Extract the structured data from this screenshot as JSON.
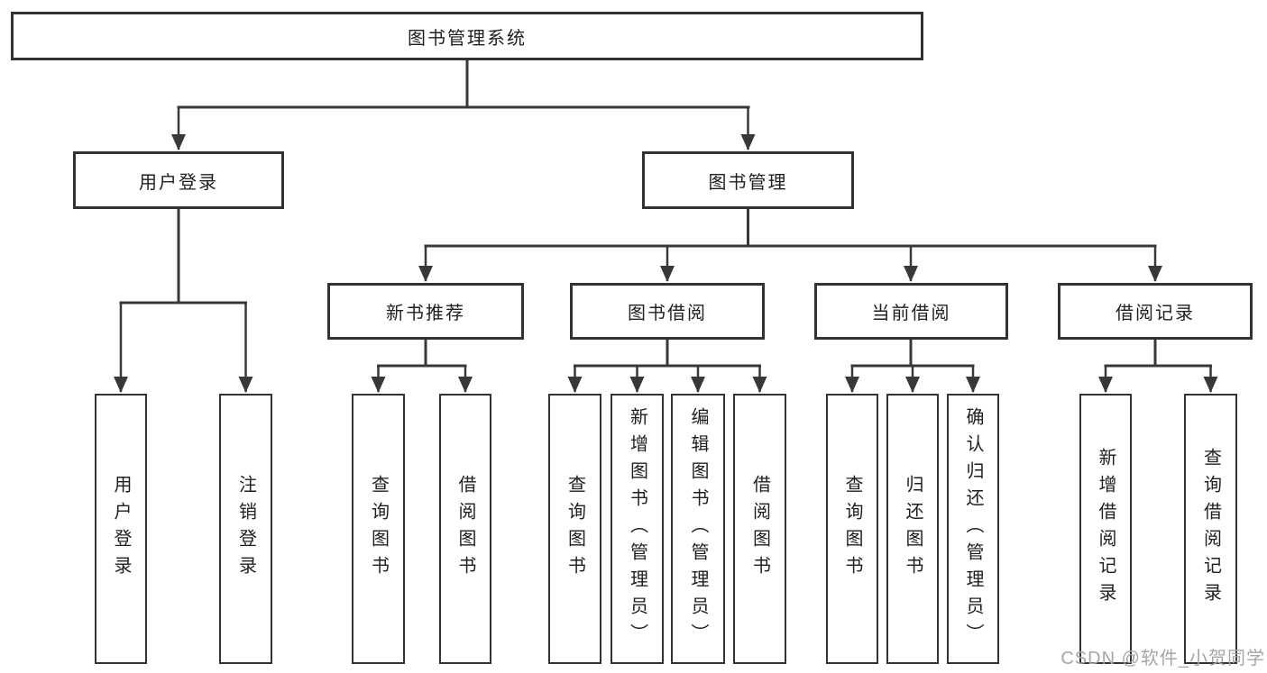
{
  "tree": {
    "root": {
      "label": "图书管理系统",
      "children": [
        {
          "label": "用户登录",
          "children": [
            {
              "label": "用户登录"
            },
            {
              "label": "注销登录"
            }
          ]
        },
        {
          "label": "图书管理",
          "children": [
            {
              "label": "新书推荐",
              "children": [
                {
                  "label": "查询图书"
                },
                {
                  "label": "借阅图书"
                }
              ]
            },
            {
              "label": "图书借阅",
              "children": [
                {
                  "label": "查询图书"
                },
                {
                  "label": "新增图书（管理员）"
                },
                {
                  "label": "编辑图书（管理员）"
                },
                {
                  "label": "借阅图书"
                }
              ]
            },
            {
              "label": "当前借阅",
              "children": [
                {
                  "label": "查询图书"
                },
                {
                  "label": "归还图书"
                },
                {
                  "label": "确认归还（管理员）"
                }
              ]
            },
            {
              "label": "借阅记录",
              "children": [
                {
                  "label": "新增借阅记录"
                },
                {
                  "label": "查询借阅记录"
                }
              ]
            }
          ]
        }
      ]
    }
  },
  "watermark": {
    "text": "CSDN @软件_小贺同学"
  },
  "colors": {
    "line": "#383838",
    "box_border": "#333333",
    "text": "#1f1f1f",
    "watermark": "#a6a6a6",
    "background": "#ffffff"
  }
}
